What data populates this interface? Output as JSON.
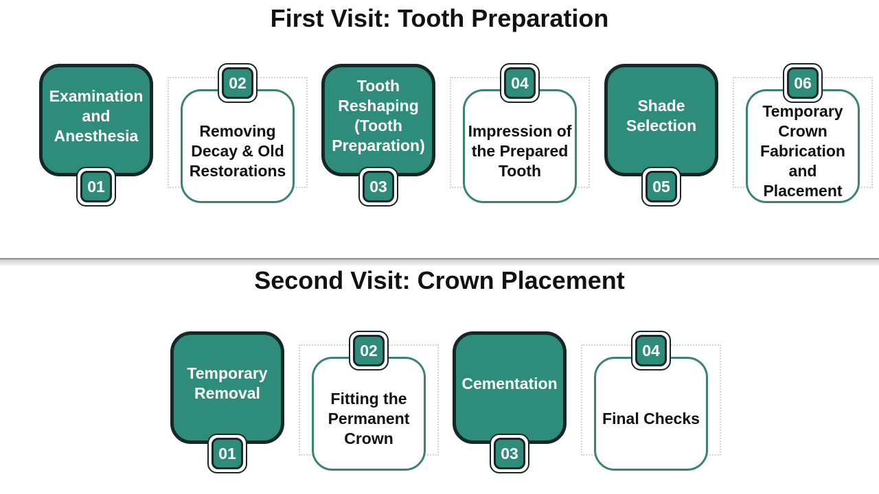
{
  "colors": {
    "teal": "#2e8c7a",
    "dark_outline": "#162729",
    "outline_teal": "#3a8274",
    "box_text_light": "#ffffff",
    "box_text_dark": "#111111",
    "dotted_line": "#d2d2d2",
    "title_color": "#121212"
  },
  "sections": [
    {
      "id": "first-visit",
      "title": "First Visit: Tooth Preparation",
      "steps": [
        {
          "number": "01",
          "label": "Examination\nand\nAnesthesia",
          "style": "filled",
          "badge_position": "bottom"
        },
        {
          "number": "02",
          "label": "Removing\nDecay & Old\nRestorations",
          "style": "outlined",
          "badge_position": "top"
        },
        {
          "number": "03",
          "label": "Tooth\nReshaping\n(Tooth\nPreparation)",
          "style": "filled",
          "badge_position": "bottom"
        },
        {
          "number": "04",
          "label": "Impression of\nthe Prepared\nTooth",
          "style": "outlined",
          "badge_position": "top"
        },
        {
          "number": "05",
          "label": "Shade\nSelection",
          "style": "filled",
          "badge_position": "bottom"
        },
        {
          "number": "06",
          "label": "Temporary\nCrown\nFabrication\nand\nPlacement",
          "style": "outlined",
          "badge_position": "top"
        }
      ]
    },
    {
      "id": "second-visit",
      "title": "Second Visit: Crown Placement",
      "steps": [
        {
          "number": "01",
          "label": "Temporary\nRemoval",
          "style": "filled",
          "badge_position": "bottom"
        },
        {
          "number": "02",
          "label": "Fitting the\nPermanent\nCrown",
          "style": "outlined",
          "badge_position": "top"
        },
        {
          "number": "03",
          "label": "Cementation",
          "style": "filled",
          "badge_position": "bottom"
        },
        {
          "number": "04",
          "label": "Final Checks",
          "style": "outlined",
          "badge_position": "top"
        }
      ]
    }
  ]
}
